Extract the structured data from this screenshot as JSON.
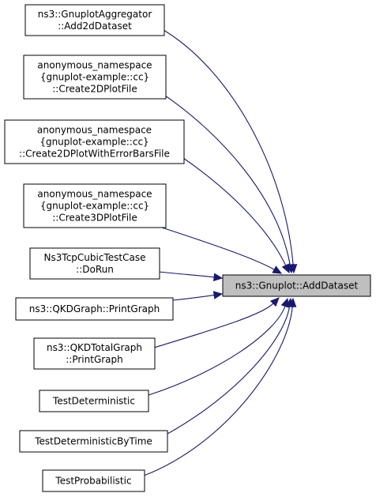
{
  "target": {
    "id": "target",
    "lines": [
      "ns3::Gnuplot::AddDataset"
    ]
  },
  "callers": [
    {
      "id": "gnuplot-aggregator-add2ddataset",
      "lines": [
        "ns3::GnuplotAggregator",
        "::Add2dDataset"
      ]
    },
    {
      "id": "create2dplotfile",
      "lines": [
        "anonymous_namespace",
        "{gnuplot-example::cc}",
        "::Create2DPlotFile"
      ]
    },
    {
      "id": "create2dplotwitherrorbarsfile",
      "lines": [
        "anonymous_namespace",
        "{gnuplot-example::cc}",
        "::Create2DPlotWithErrorBarsFile"
      ]
    },
    {
      "id": "create3dplotfile",
      "lines": [
        "anonymous_namespace",
        "{gnuplot-example::cc}",
        "::Create3DPlotFile"
      ]
    },
    {
      "id": "ns3tcpcubictestcase-dorun",
      "lines": [
        "Ns3TcpCubicTestCase",
        "::DoRun"
      ]
    },
    {
      "id": "qkdgraph-printgraph",
      "lines": [
        "ns3::QKDGraph::PrintGraph"
      ]
    },
    {
      "id": "qkdtotalgraph-printgraph",
      "lines": [
        "ns3::QKDTotalGraph",
        "::PrintGraph"
      ]
    },
    {
      "id": "testdeterministic",
      "lines": [
        "TestDeterministic"
      ]
    },
    {
      "id": "testdeterministicbytime",
      "lines": [
        "TestDeterministicByTime"
      ]
    },
    {
      "id": "testprobabilistic",
      "lines": [
        "TestProbabilistic"
      ]
    }
  ],
  "colors": {
    "edge": "#191970",
    "target_fill": "#bfbfbf",
    "node_fill": "#ffffff",
    "node_stroke": "#000000"
  }
}
